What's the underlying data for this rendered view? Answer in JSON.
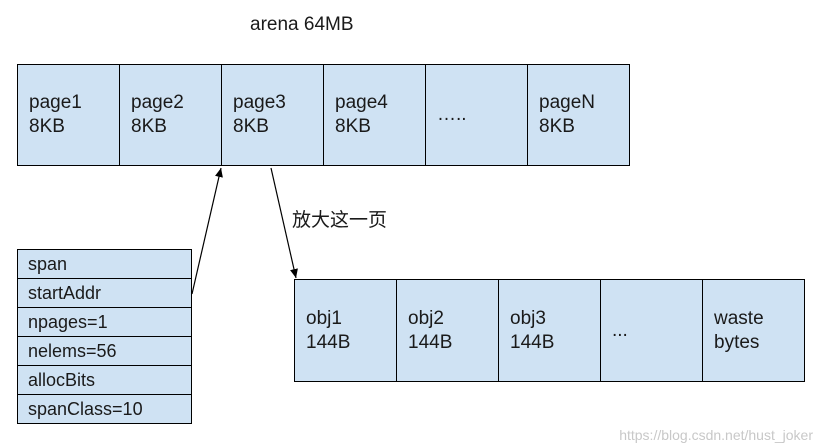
{
  "title": "arena 64MB",
  "pages": [
    {
      "name": "page1",
      "size": "8KB"
    },
    {
      "name": "page2",
      "size": "8KB"
    },
    {
      "name": "page3",
      "size": "8KB"
    },
    {
      "name": "page4",
      "size": "8KB"
    },
    {
      "name": "…..",
      "size": ""
    },
    {
      "name": "pageN",
      "size": "8KB"
    }
  ],
  "zoom_label": "放大这一页",
  "span_fields": [
    "span",
    "startAddr",
    "npages=1",
    "nelems=56",
    "allocBits",
    "spanClass=10"
  ],
  "objects": [
    {
      "name": "obj1",
      "size": "144B"
    },
    {
      "name": "obj2",
      "size": "144B"
    },
    {
      "name": "obj3",
      "size": "144B"
    },
    {
      "name": "...",
      "size": ""
    },
    {
      "name": "waste",
      "size": "bytes"
    }
  ],
  "watermark": "https://blog.csdn.net/hust_joker",
  "colors": {
    "box_fill": "#cfe2f3",
    "border": "#000000"
  }
}
